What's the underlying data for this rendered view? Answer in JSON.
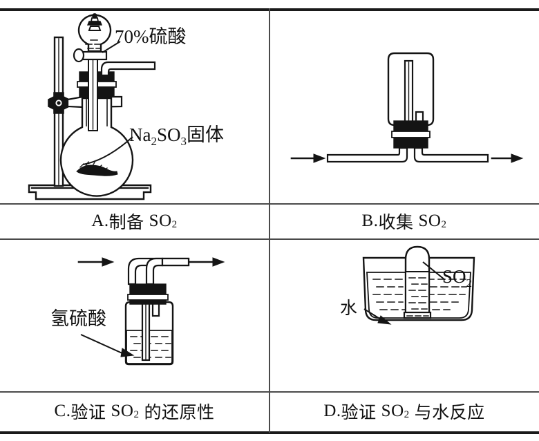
{
  "page": {
    "kind": "chemistry-experiment-options-table",
    "rows": 2,
    "cols": 2,
    "ink_color": "#141414",
    "rule_color": "#4a4a4a",
    "border_color": "#1a1a1a",
    "background": "#ffffff"
  },
  "panels": [
    {
      "key": "A",
      "caption_letter": "A.",
      "caption_text": "制备",
      "caption_formula": "SO",
      "caption_formula_sub": "2",
      "caption_full": "A.制备 SO2",
      "apparatus": "iron-stand-with-round-bottom-flask-and-dropping-funnel",
      "labels": [
        {
          "name": "dropping-funnel-contents",
          "text": "70%硫酸"
        },
        {
          "name": "flask-solid-contents",
          "text": "Na",
          "sub1": "2",
          "text2": "SO",
          "sub2": "3",
          "text3": "固体",
          "full": "Na2SO3固体"
        }
      ]
    },
    {
      "key": "B",
      "caption_letter": "B.",
      "caption_text": "收集",
      "caption_formula": "SO",
      "caption_formula_sub": "2",
      "caption_full": "B.收集 SO2",
      "apparatus": "gas-collecting-bottle-with-two-way-stopper",
      "labels": [],
      "flow": {
        "inlet_arrow": "left-to-right",
        "outlet_arrow": "left-to-right"
      }
    },
    {
      "key": "C",
      "caption_letter": "C.",
      "caption_text": "验证",
      "caption_formula": "SO",
      "caption_formula_sub": "2",
      "caption_tail": "的还原性",
      "caption_full": "C.验证 SO2 的还原性",
      "apparatus": "gas-washing-bottle",
      "labels": [
        {
          "name": "wash-bottle-liquid",
          "text": "氢硫酸"
        }
      ],
      "flow": {
        "inlet_arrow": "left-to-right",
        "outlet_arrow": "left-to-right"
      }
    },
    {
      "key": "D",
      "caption_letter": "D.",
      "caption_text": "验证",
      "caption_formula": "SO",
      "caption_formula_sub": "2",
      "caption_tail": "与水反应",
      "caption_full": "D.验证 SO2 与水反应",
      "apparatus": "inverted-test-tube-in-water-trough",
      "labels": [
        {
          "name": "test-tube-gas",
          "text": "SO",
          "sub": "2",
          "full": "SO2"
        },
        {
          "name": "trough-liquid",
          "text": "水"
        }
      ]
    }
  ]
}
